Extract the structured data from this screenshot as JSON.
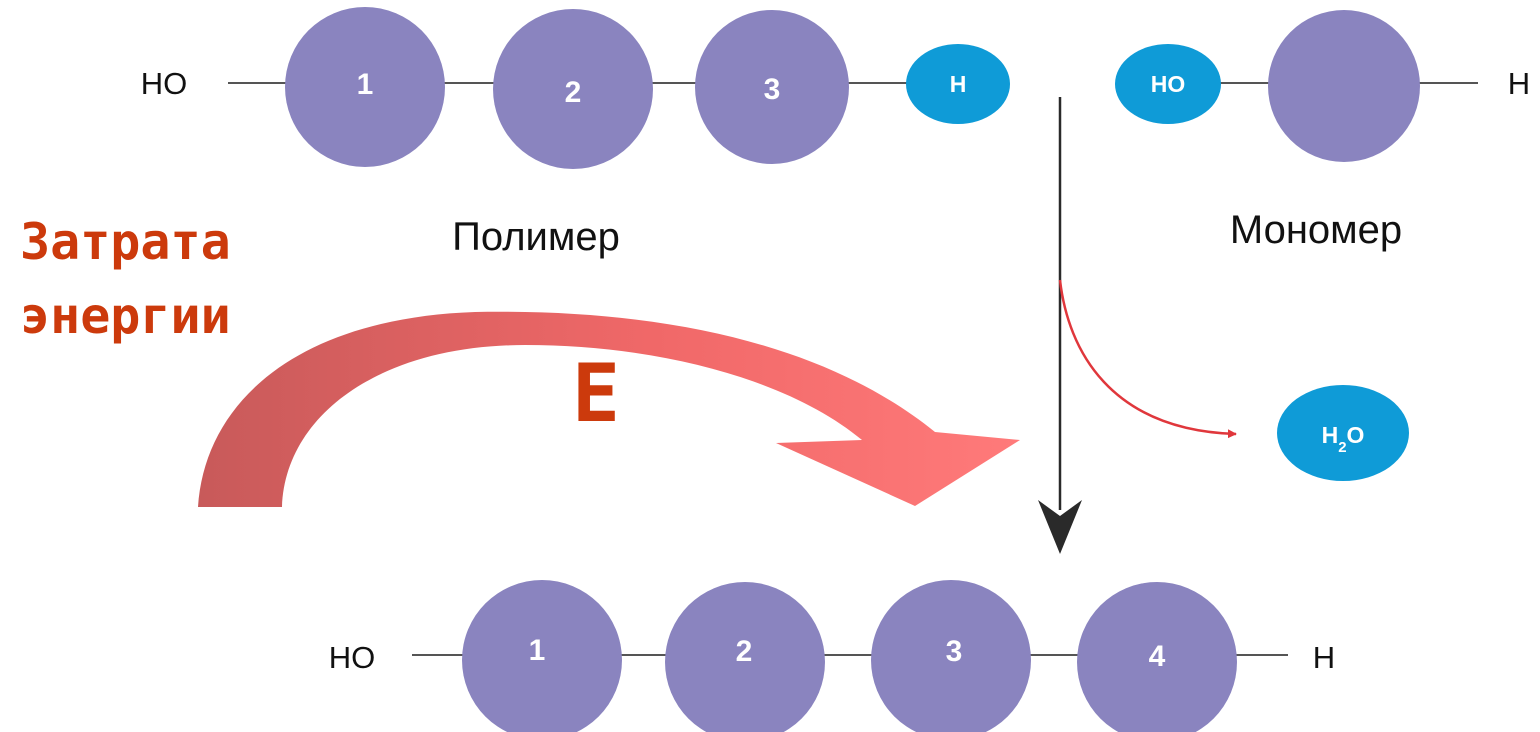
{
  "colors": {
    "bead": "#8a84bf",
    "cap": "#0f9bd7",
    "bond": "#555555",
    "energy_text": "#cc3a0c",
    "energy_arrow_dark": "#c85a5a",
    "energy_arrow_light": "#ff7676",
    "side_arrow": "#e0373c",
    "main_arrow": "#2a2a2a"
  },
  "polymer": {
    "left_end": "HO",
    "beads": [
      "1",
      "2",
      "3"
    ],
    "right_cap": "H",
    "caption": "Полимер"
  },
  "monomer": {
    "left_cap": "HO",
    "right_end": "H",
    "caption": "Мономер"
  },
  "water": {
    "base": "H",
    "subscript": "2",
    "tail": "O"
  },
  "energy": {
    "line1": "Затрата",
    "line2": "энергии",
    "symbol": "E"
  },
  "product": {
    "left_end": "HO",
    "beads": [
      "1",
      "2",
      "3",
      "4"
    ],
    "right_end": "H"
  }
}
